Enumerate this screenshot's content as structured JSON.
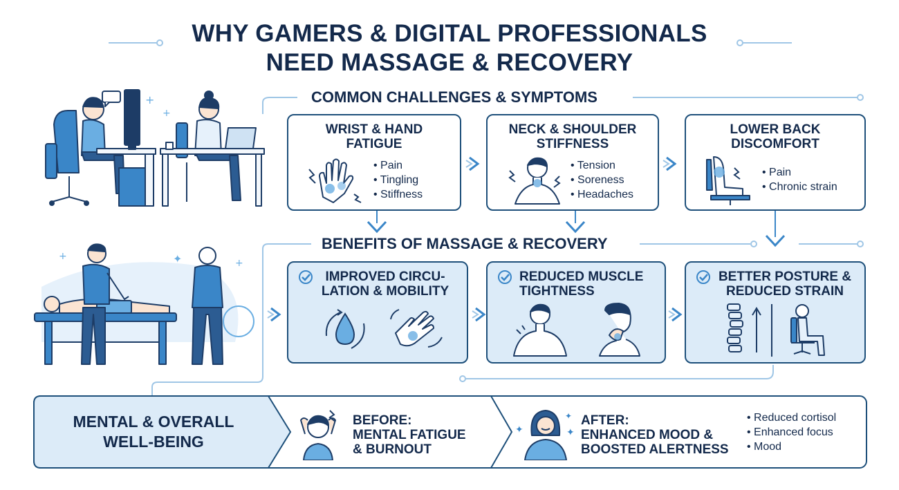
{
  "title": {
    "line1": "WHY GAMERS & DIGITAL PROFESSIONALS",
    "line2": "NEED MASSAGE & RECOVERY"
  },
  "challenges": {
    "heading": "COMMON CHALLENGES & SYMPTOMS",
    "cards": [
      {
        "title_l1": "WRIST & HAND",
        "title_l2": "FATIGUE",
        "items": [
          "Pain",
          "Tingling",
          "Stiffness"
        ]
      },
      {
        "title_l1": "NECK & SHOULDER",
        "title_l2": "STIFFNESS",
        "items": [
          "Tension",
          "Soreness",
          "Headaches"
        ]
      },
      {
        "title_l1": "LOWER BACK",
        "title_l2": "DISCOMFORT",
        "items": [
          "Pain",
          "Chronic strain"
        ]
      }
    ]
  },
  "benefits": {
    "heading": "BENEFITS OF MASSAGE & RECOVERY",
    "cards": [
      {
        "title_l1": "IMPROVED CIRCU-",
        "title_l2": "LATION & MOBILITY"
      },
      {
        "title_l1": "REDUCED MUSCLE",
        "title_l2": "TIGHTNESS"
      },
      {
        "title_l1": "BETTER POSTURE &",
        "title_l2": "REDUCED STRAIN"
      }
    ]
  },
  "wellbeing": {
    "label_l1": "MENTAL & OVERALL",
    "label_l2": "WELL-BEING",
    "before": {
      "l1": "BEFORE:",
      "l2": "MENTAL FATIGUE",
      "l3": "& BURNOUT"
    },
    "after": {
      "l1": "AFTER:",
      "l2": "ENHANCED MOOD &",
      "l3": "BOOSTED ALERTNESS"
    },
    "items": [
      "Reduced cortisol",
      "Enhanced focus",
      "Mood"
    ]
  },
  "colors": {
    "navy": "#13294b",
    "accent": "#3a86c8",
    "light": "#dcebf8"
  }
}
